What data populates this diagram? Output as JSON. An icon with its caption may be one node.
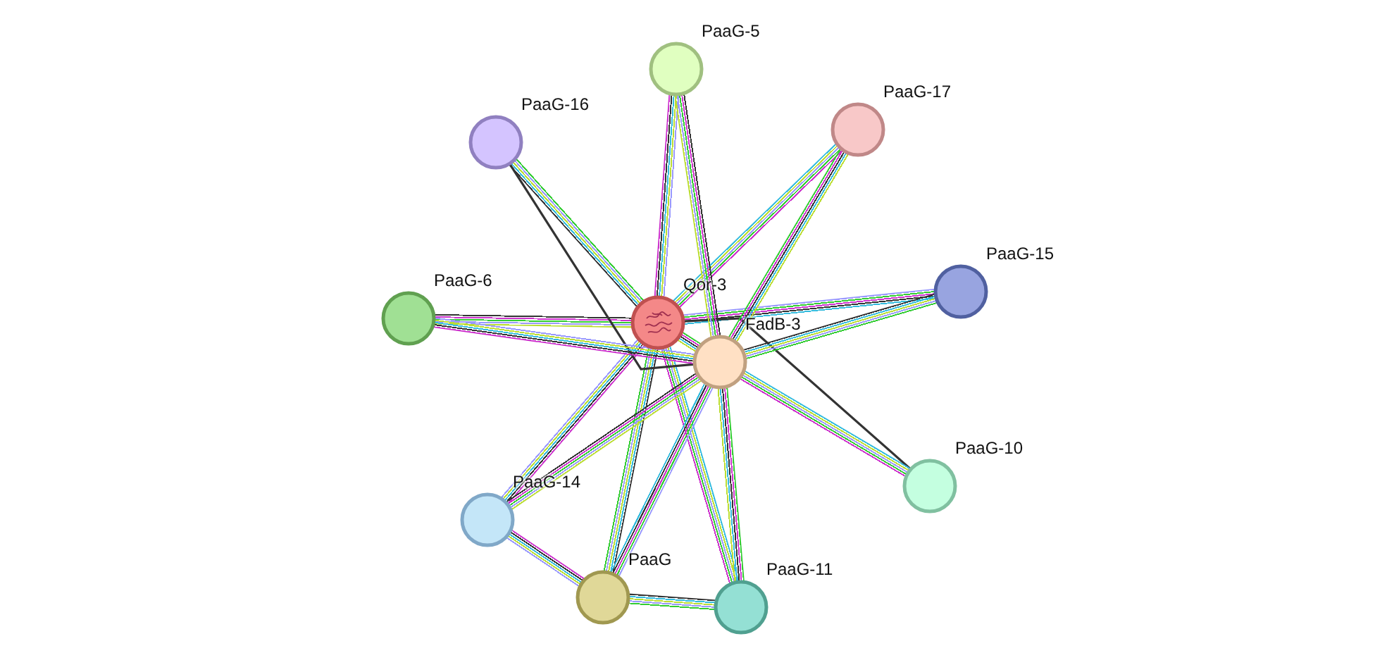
{
  "diagram": {
    "nodes": [
      {
        "text": [
          "PaaG-5"
        ]
      },
      {
        "text": [
          "PaaG-16"
        ]
      },
      {
        "text": [
          "PaaG-17"
        ]
      },
      {
        "text": [
          "PaaG-6"
        ]
      },
      {
        "text": [
          "Qor-3"
        ]
      },
      {
        "text": [
          "PaaG-15"
        ]
      },
      {
        "text": [
          "FadB-3"
        ]
      },
      {
        "text": [
          "PaaG-10"
        ]
      },
      {
        "text": [
          "PaaG-14"
        ]
      },
      {
        "text": [
          "PaaG"
        ]
      },
      {
        "text": [
          "PaaG-11"
        ]
      }
    ],
    "edges": [
      {
        "from": 4,
        "to": 6,
        "arrow": "none"
      },
      {
        "from": 4,
        "to": 0,
        "arrow": "none"
      },
      {
        "from": 4,
        "to": 1,
        "arrow": "none"
      },
      {
        "from": 4,
        "to": 2,
        "arrow": "none"
      },
      {
        "from": 4,
        "to": 3,
        "arrow": "none"
      },
      {
        "from": 4,
        "to": 5,
        "arrow": "none"
      },
      {
        "from": 4,
        "to": 7,
        "arrow": "none"
      },
      {
        "from": 4,
        "to": 8,
        "arrow": "none"
      },
      {
        "from": 4,
        "to": 9,
        "arrow": "none"
      },
      {
        "from": 4,
        "to": 10,
        "arrow": "none"
      },
      {
        "from": 6,
        "to": 0,
        "arrow": "none"
      },
      {
        "from": 6,
        "to": 1,
        "arrow": "none"
      },
      {
        "from": 6,
        "to": 2,
        "arrow": "none"
      },
      {
        "from": 6,
        "to": 3,
        "arrow": "none"
      },
      {
        "from": 6,
        "to": 5,
        "arrow": "none"
      },
      {
        "from": 6,
        "to": 7,
        "arrow": "none"
      },
      {
        "from": 6,
        "to": 8,
        "arrow": "none"
      },
      {
        "from": 6,
        "to": 9,
        "arrow": "none"
      },
      {
        "from": 6,
        "to": 10,
        "arrow": "none"
      },
      {
        "from": 8,
        "to": 9,
        "arrow": "none"
      },
      {
        "from": 9,
        "to": 10,
        "arrow": "none"
      }
    ]
  }
}
